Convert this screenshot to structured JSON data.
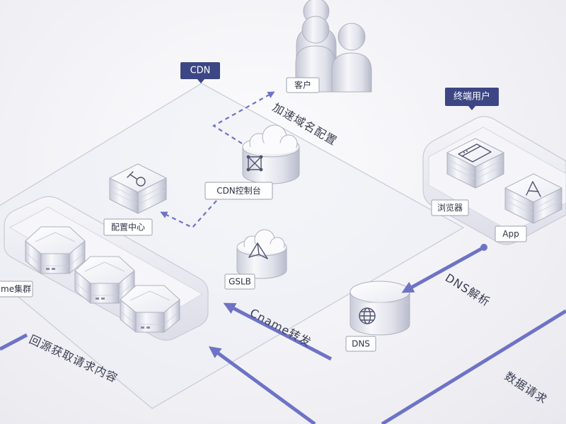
{
  "tags": {
    "cdn": "CDN",
    "terminal_users": "终端用户"
  },
  "nodes": {
    "customer": "客户",
    "cdn_console": "CDN控制台",
    "config_center": "配置中心",
    "cluster": "me集群",
    "gslb": "GSLB",
    "dns": "DNS",
    "browser": "浏览器",
    "app": "App"
  },
  "flows": {
    "domain_config": "加速域名配置",
    "cname_forward": "Cname转发",
    "dns_resolve": "DNS解析",
    "origin_fetch": "回源获取请求内容",
    "data_request": "数据请求"
  },
  "icons": {
    "customer": "users-icon",
    "cdn_console": "cloud-database-icon",
    "config_center": "config-box-icon",
    "cluster": "hexagon-server-icon",
    "gslb": "cloud-database-icon",
    "dns": "globe-database-icon",
    "browser": "browser-window-icon",
    "app": "app-store-icon"
  },
  "colors": {
    "accent": "#6d73c6",
    "tag": "#3d4684",
    "platform_line": "#c8cad4",
    "label_border": "#9ea0ad",
    "text": "#3c3f52"
  }
}
